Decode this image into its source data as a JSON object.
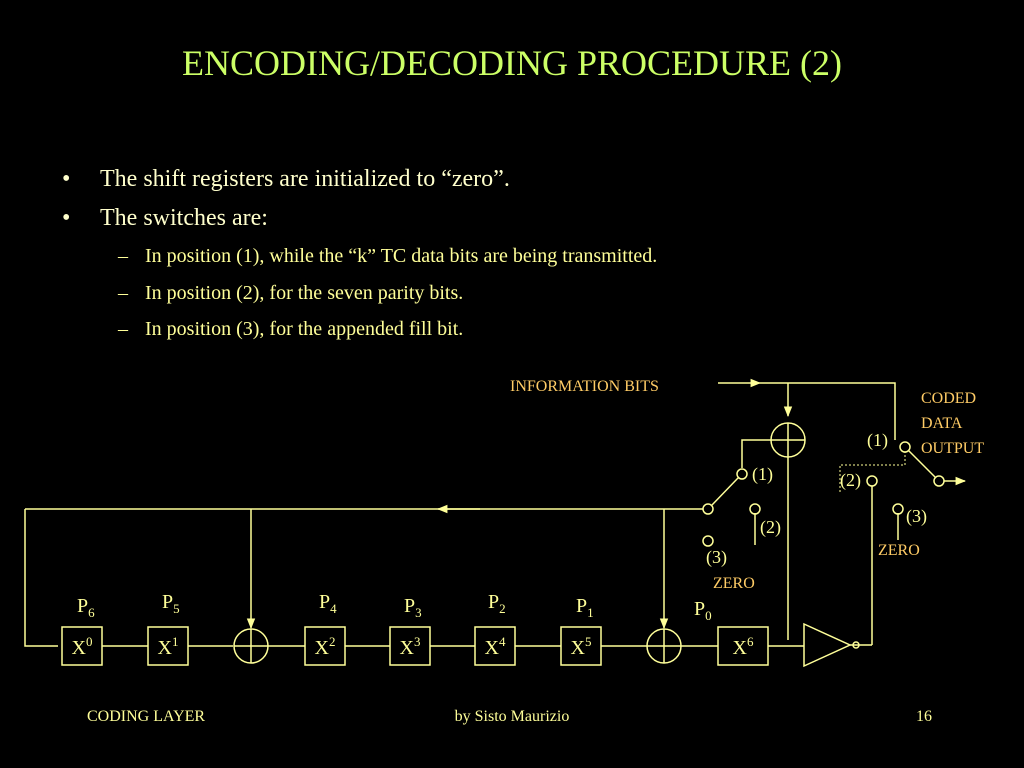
{
  "slide": {
    "title": "ENCODING/DECODING PROCEDURE (2)",
    "bullets": [
      "The shift registers are initialized to “zero”.",
      "The switches are:"
    ],
    "sub_bullets": [
      "In position (1), while the “k” TC data bits are being transmitted.",
      "In position (2), for the seven parity bits.",
      "In position (3), for the appended fill bit."
    ],
    "bullet_glyph": "•",
    "dash_glyph": "–"
  },
  "diagram": {
    "input_label": "INFORMATION BITS",
    "output_label": [
      "CODED",
      "DATA",
      "OUTPUT"
    ],
    "registers": [
      {
        "base": "X",
        "exp": "0"
      },
      {
        "base": "X",
        "exp": "1"
      },
      {
        "base": "X",
        "exp": "2"
      },
      {
        "base": "X",
        "exp": "3"
      },
      {
        "base": "X",
        "exp": "4"
      },
      {
        "base": "X",
        "exp": "5"
      },
      {
        "base": "X",
        "exp": "6"
      }
    ],
    "parity_labels": [
      {
        "base": "P",
        "sub": "6"
      },
      {
        "base": "P",
        "sub": "5"
      },
      {
        "base": "P",
        "sub": "4"
      },
      {
        "base": "P",
        "sub": "3"
      },
      {
        "base": "P",
        "sub": "2"
      },
      {
        "base": "P",
        "sub": "1"
      },
      {
        "base": "P",
        "sub": "0"
      }
    ],
    "feedback_switch": {
      "pos1": "(1)",
      "pos2": "(2)",
      "pos3": "(3)",
      "zero": "ZERO"
    },
    "output_switch": {
      "pos1": "(1)",
      "pos2": "(2)",
      "pos3": "(3)",
      "zero": "ZERO"
    }
  },
  "footer": {
    "left": "CODING LAYER",
    "center": "by Sisto Maurizio",
    "page": "16"
  },
  "colors": {
    "background": "#000000",
    "title": "#ccff66",
    "text": "#ffffcc",
    "wire": "#ffff99",
    "label_orange": "#ffcc66"
  }
}
